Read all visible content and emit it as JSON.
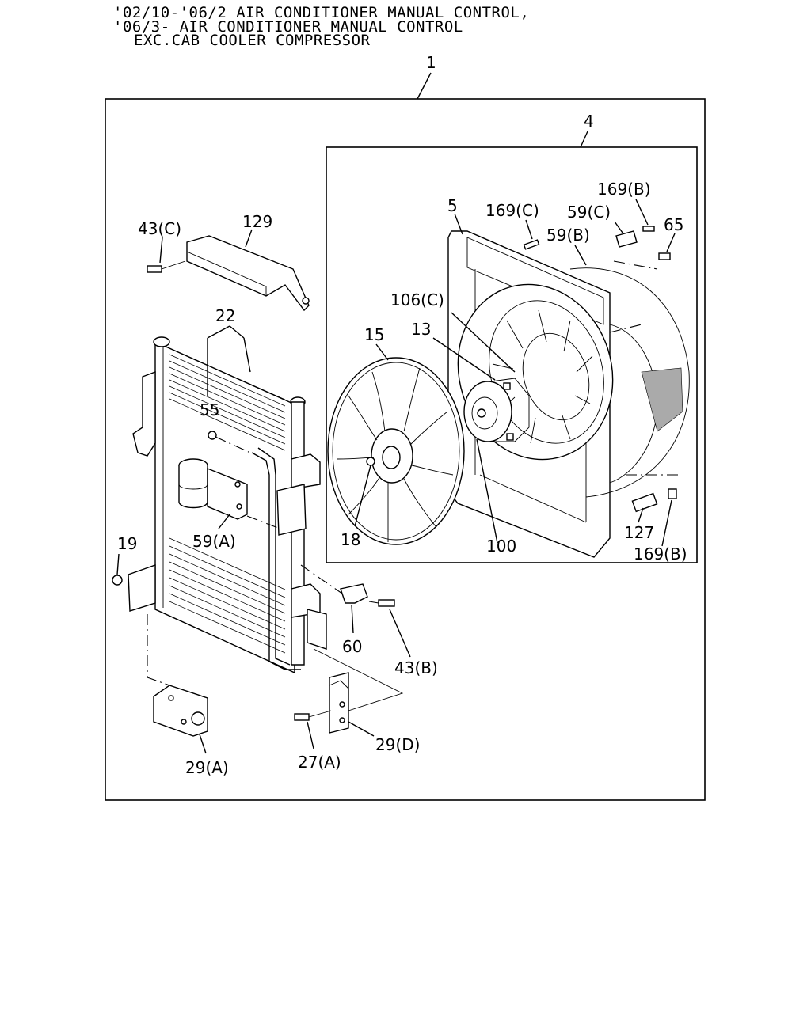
{
  "header": {
    "line1": "'02/10-'06/2 AIR CONDITIONER MANUAL CONTROL,",
    "line2": "'06/3- AIR CONDITIONER MANUAL CONTROL",
    "line3": "EXC.CAB COOLER COMPRESSOR"
  },
  "callouts": {
    "c1": "1",
    "c4": "4",
    "c5": "5",
    "c169c": "169(C)",
    "c169b_top": "169(B)",
    "c59c": "59(C)",
    "c65": "65",
    "c59b": "59(B)",
    "c106c": "106(C)",
    "c13": "13",
    "c15": "15",
    "c18": "18",
    "c100": "100",
    "c127": "127",
    "c169b_bot": "169(B)",
    "c43c": "43(C)",
    "c129": "129",
    "c22": "22",
    "c55": "55",
    "c59a": "59(A)",
    "c19": "19",
    "c60": "60",
    "c43b": "43(B)",
    "c29a": "29(A)",
    "c27a": "27(A)",
    "c29d": "29(D)"
  }
}
